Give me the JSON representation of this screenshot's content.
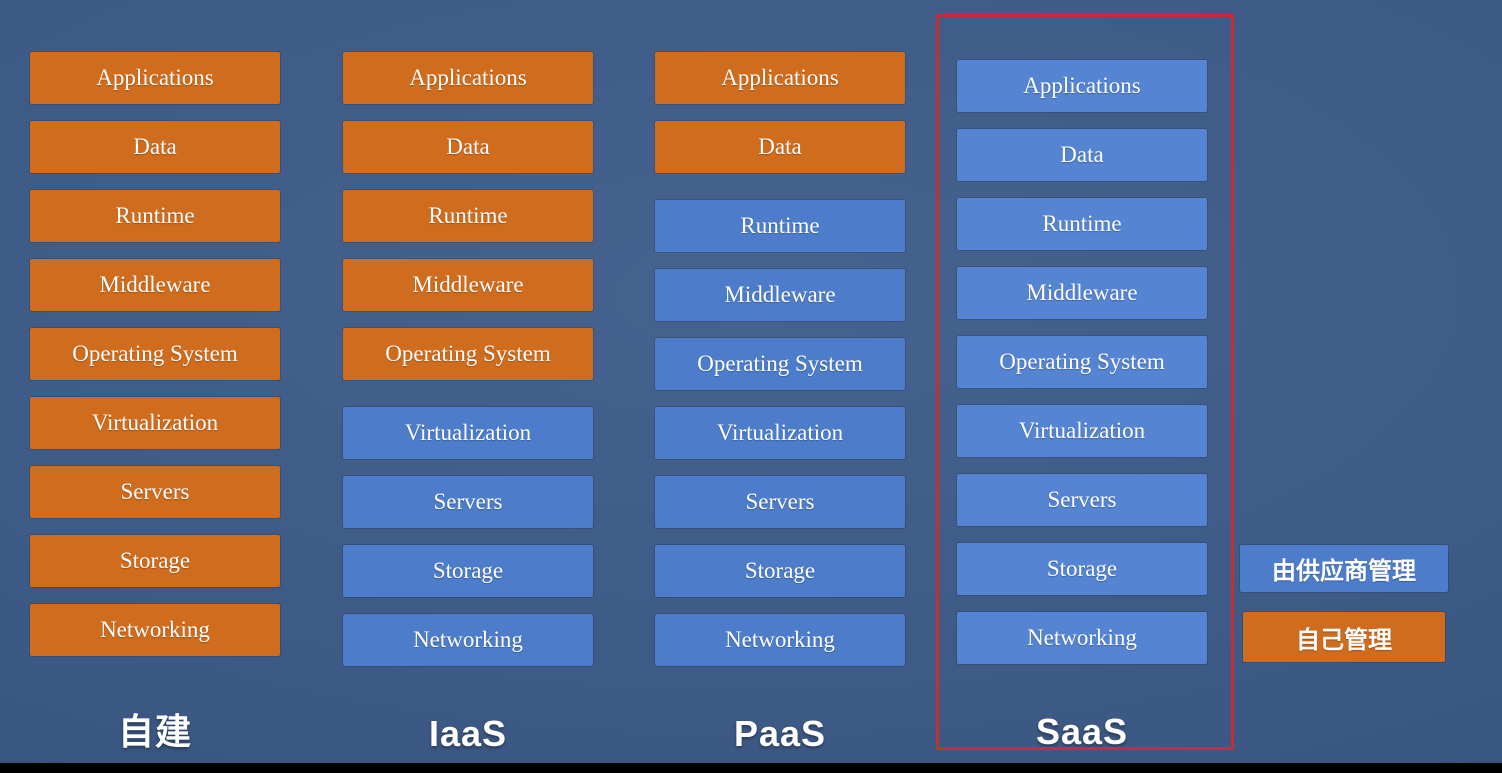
{
  "layers": [
    "Applications",
    "Data",
    "Runtime",
    "Middleware",
    "Operating System",
    "Virtualization",
    "Servers",
    "Storage",
    "Networking"
  ],
  "columns": [
    {
      "key": "self-built",
      "label": "自建",
      "self_managed_count": 9,
      "highlighted": false
    },
    {
      "key": "iaas",
      "label": "IaaS",
      "self_managed_count": 5,
      "highlighted": false
    },
    {
      "key": "paas",
      "label": "PaaS",
      "self_managed_count": 2,
      "highlighted": false
    },
    {
      "key": "saas",
      "label": "SaaS",
      "self_managed_count": 0,
      "highlighted": true
    }
  ],
  "legend": {
    "vendor_managed": "由供应商管理",
    "self_managed": "自己管理"
  },
  "colors": {
    "self_managed": "#cf6c1e",
    "vendor_managed": "#4d7dca",
    "vendor_managed_light": "#5584d2",
    "highlight_border": "#c62f2f",
    "background": "#3c5884"
  }
}
